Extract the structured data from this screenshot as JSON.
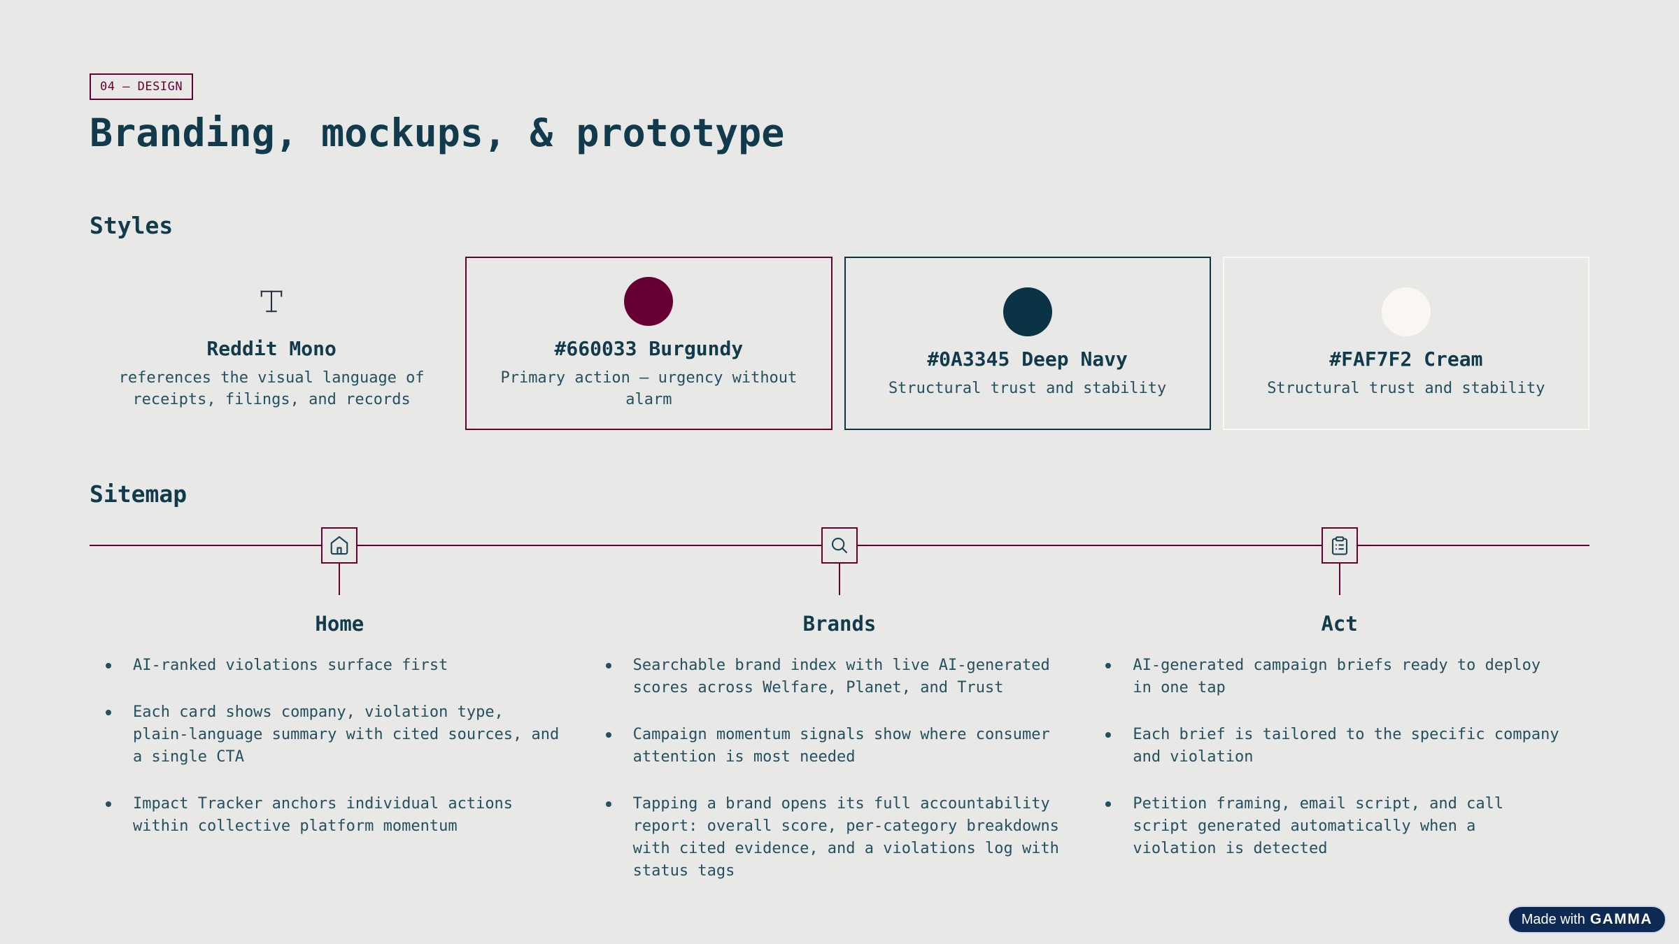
{
  "slide": {
    "badge": "04 — DESIGN",
    "title": "Branding, mockups, & prototype"
  },
  "colors": {
    "background": "#e8e8e6",
    "burgundy": "#660033",
    "deep_navy": "#0a3345",
    "cream": "#faf7f2",
    "heading_text": "#113b4c",
    "body_text": "#24505f"
  },
  "styles": {
    "heading": "Styles",
    "cards": [
      {
        "icon": "serif-T",
        "title": "Reddit Mono",
        "description": "references the visual language of receipts, filings, and records",
        "swatch": "",
        "border": ""
      },
      {
        "icon": "color-circle",
        "title": "#660033 Burgundy",
        "description": "Primary action — urgency without alarm",
        "swatch": "#660033",
        "border": "#660033"
      },
      {
        "icon": "color-circle",
        "title": "#0A3345 Deep Navy",
        "description": "Structural trust and stability",
        "swatch": "#0a3345",
        "border": "#0a3345"
      },
      {
        "icon": "color-circle",
        "title": "#FAF7F2 Cream",
        "description": "Structural trust and stability",
        "swatch": "#faf7f2",
        "border": "#faf7f2"
      }
    ]
  },
  "sitemap": {
    "heading": "Sitemap",
    "nodes": [
      {
        "icon": "home-icon",
        "label": "Home",
        "bullets": [
          "AI-ranked violations surface first",
          "Each card shows company, violation type, plain-language summary with cited sources, and a single CTA",
          "Impact Tracker anchors individual actions within collective platform momentum"
        ]
      },
      {
        "icon": "search-icon",
        "label": "Brands",
        "bullets": [
          "Searchable brand index with live AI-generated scores across Welfare, Planet, and Trust",
          "Campaign momentum signals show where consumer attention is most needed",
          "Tapping a brand opens its full accountability report: overall score, per-category breakdowns with cited evidence, and a violations log with status tags"
        ]
      },
      {
        "icon": "clipboard-icon",
        "label": "Act",
        "bullets": [
          "AI-generated campaign briefs ready to deploy in one tap",
          "Each brief is tailored to the specific company and violation",
          "Petition framing, email script, and call script generated automatically when a violation is detected"
        ]
      }
    ]
  },
  "footer": {
    "made_with": "Made with",
    "brand": "GAMMA"
  }
}
